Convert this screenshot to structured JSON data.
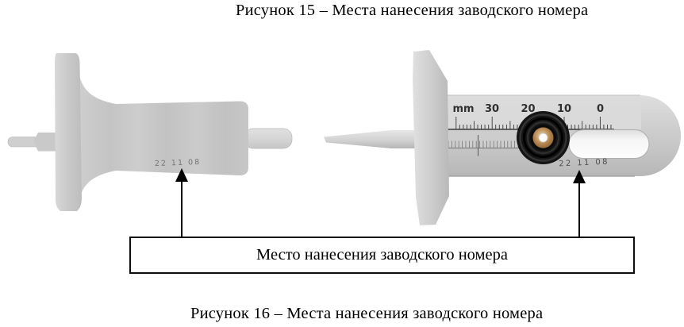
{
  "captions": {
    "figure15": "Рисунок 15 – Места нанесения заводского номера",
    "figure16": "Рисунок 16 – Места нанесения заводского номера"
  },
  "label_box": {
    "text": "Место нанесения заводского номера"
  },
  "gauges": {
    "left": {
      "serial_marking": "22 11 08"
    },
    "right": {
      "serial_marking": "22 11 08",
      "scale": {
        "unit_label": "mm",
        "tick_labels": [
          "30",
          "20",
          "10",
          "0"
        ]
      }
    }
  },
  "colors": {
    "metal_light": "#dcdcdc",
    "metal_mid": "#c8c8c8",
    "metal_dark": "#aaaaaa",
    "knob_body": "#151515",
    "knob_brass": "#b5854e",
    "knob_hole": "#fbfbfb",
    "serial_text_left": "#757575",
    "serial_text_right": "#4f4f4f",
    "scale_text": "#2f2f2f",
    "caption_text": "#000000"
  }
}
